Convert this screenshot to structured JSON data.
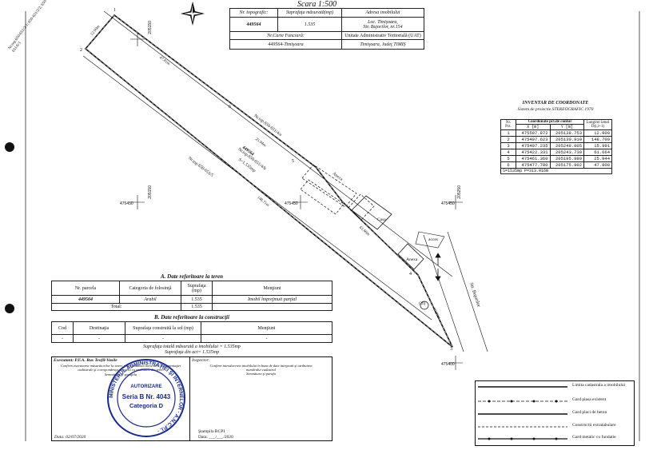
{
  "scale": "Scara 1:500",
  "header": {
    "nr_topo_label": "Nr. topografic:",
    "nr_topo": "449564",
    "suprafata_label": "Suprafaţa măsurată(mp)",
    "suprafata": "1.535",
    "adresa_label": "Adresa imobilului",
    "adresa_1": "Loc. Timişoara,",
    "adresa_2": "Str. Bujorilor, nr.154",
    "cf_label": "Nr.Carte Funciară:",
    "cf_value": "449564-Timişoara",
    "uat_label": "Unitate Administrativ Teritorială (UAT)",
    "uat_value": "Timişoara, Judeţ TIMIŞ"
  },
  "inventar": {
    "title": "INVENTAR DE COORDONATE",
    "subtitle": "Sistem de proiectie STEREOGRAFIC 1970",
    "col_nr": "Nr. Pct.",
    "col_coord": "Coordonate pct.de contur",
    "col_x": "X [m]",
    "col_y": "Y [m]",
    "col_len": "Lungimi laturi D(i,i+1)",
    "rows": [
      {
        "n": "1",
        "x": "475507.872",
        "y": "205138.753",
        "d": "12.900"
      },
      {
        "n": "2",
        "x": "475497.623",
        "y": "205130.919",
        "d": "148.709"
      },
      {
        "n": "3",
        "x": "475407.235",
        "y": "205249.005",
        "d": "15.991"
      },
      {
        "n": "4",
        "x": "475422.331",
        "y": "205243.730",
        "d": "61.664"
      },
      {
        "n": "5",
        "x": "475461.360",
        "y": "205195.989",
        "d": "25.944"
      },
      {
        "n": "6",
        "x": "475477.780",
        "y": "205175.902",
        "d": "47.808"
      }
    ],
    "footer": "S=1535mp  P=313.016m"
  },
  "teren": {
    "title": "A. Date referitoare la teren",
    "h_parcela": "Nr. parcela",
    "h_categoria": "Categoria de folosinţă",
    "h_suprafata": "Suprafaţa (mp)",
    "h_mentiuni": "Menţiuni",
    "parcela": "449564",
    "categoria": "Arabil",
    "suprafata": "1.535",
    "mentiuni": "Imobil împrejmuit parţial",
    "total_label": "Total:",
    "total": "1.535"
  },
  "constructii": {
    "title": "B. Date referitoare la construcţii",
    "h_cod": "Cod",
    "h_destinatia": "Destinaţia",
    "h_suprafata": "Suprafaţa construită la sol (mp)",
    "h_mentiuni": "Menţiuni",
    "cod": "-",
    "destinatia": "-",
    "suprafata": "-",
    "mentiuni": "-"
  },
  "totals": {
    "masurata": "Suprafaţa totală măsurată a imobilului = 1.535mp",
    "act": "Suprafaţa din act= 1.535mp"
  },
  "executant": {
    "label": "Executant: P.F.A. Rus Teofil-Vasile",
    "text": "Confirm executarea măsurătorilor la teren, corectitudinea întocmirii documentaţiei cadastrale şi corespondenţa acesteia cu realitatea din teren",
    "sig": "Semnătura şi ştampila",
    "date": "Data: 02/07/2020"
  },
  "inspector": {
    "label": "Inspector:",
    "text": "Confirm introducerea imobilului în baza de date integrată şi atribuirea numărului cadastral",
    "sig": "Semnătura şi parafa",
    "stamp": "Ştampila BCPI",
    "date": "Data: ___/___/2020"
  },
  "stamp": {
    "ring": "MINISTERUL ADMINISTRAŢIEI ŞI INTERNELOR · A.N.C.P.I. ·",
    "l1": "AUTORIZARE",
    "l2": "Seria B Nr. 4043",
    "l3": "Categoria D"
  },
  "legend": [
    "Limita cadastrala a imobilului",
    "Gard plasa existent",
    "Gard placi de beton",
    "Constructii extratabulare",
    "Gard metalic cu fundatie"
  ],
  "plan_labels": {
    "street": "Str. Bujorilor",
    "anexa_1": "Anexa",
    "anexa_2": "Anexa",
    "casa": "Casa",
    "acces": "acces",
    "parcel_no": "449564",
    "parcel_s": "S=1.535mp",
    "nr_top_a": "Nr.top.650-651/5",
    "nr_top_b": "Nr.top.650-651/4/a",
    "nr_top_c": "Nr.top.650-651/4/b",
    "edge_1": "47.81m",
    "edge_2": "25.94m",
    "edge_3": "148.71m",
    "edge_4": "61.66m",
    "edge_5": "15.99m",
    "edge_6": "12.90m",
    "circ": "(26)",
    "topleft_text": "Nr.top.650-651/2/1; 650-651/2/2; 650-651/3/1; 650-651/3/2; 650-651/3/3; 650-651/6/1",
    "pts": [
      "1",
      "2",
      "3",
      "4",
      "5",
      "6"
    ],
    "grid_x": [
      "475450",
      "475450",
      "475450",
      "475400"
    ],
    "grid_y": [
      "205150",
      "205150",
      "205250"
    ]
  }
}
